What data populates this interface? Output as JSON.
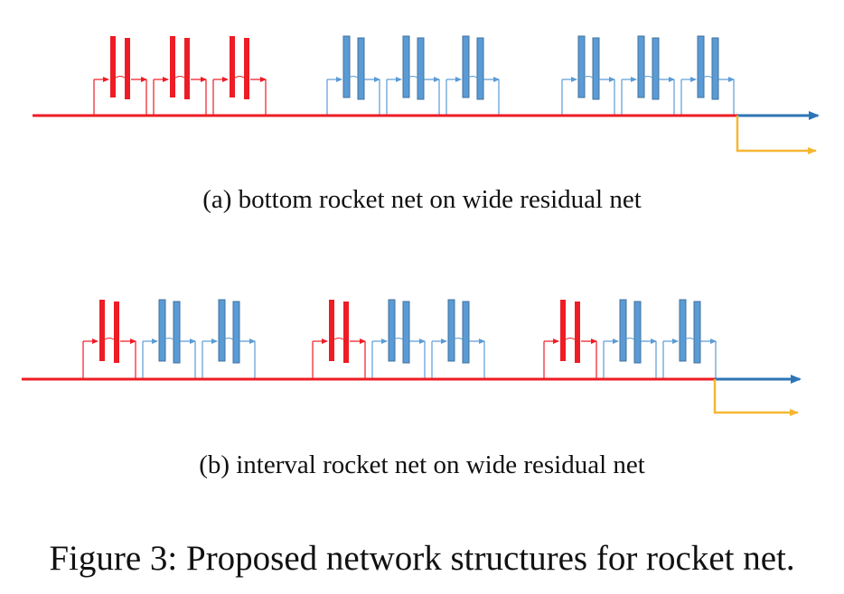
{
  "subfigures": [
    {
      "id": "a",
      "caption": "(a) bottom rocket net on wide residual net",
      "groups": [
        [
          "rocket",
          "rocket",
          "rocket"
        ],
        [
          "residual",
          "residual",
          "residual"
        ],
        [
          "residual",
          "residual",
          "residual"
        ]
      ]
    },
    {
      "id": "b",
      "caption": "(b) interval rocket net on wide residual net",
      "groups": [
        [
          "rocket",
          "residual",
          "residual"
        ],
        [
          "rocket",
          "residual",
          "residual"
        ],
        [
          "rocket",
          "residual",
          "residual"
        ]
      ]
    }
  ],
  "figure_caption": "Figure 3: Proposed network structures for rocket net.",
  "colors": {
    "rocket": "#ee1c25",
    "residual": "#5b9bd5",
    "residual_dark": "#41719c",
    "trunk": "#ee1c25",
    "output_main": "#2e75b6",
    "output_side": "#f5b731"
  }
}
